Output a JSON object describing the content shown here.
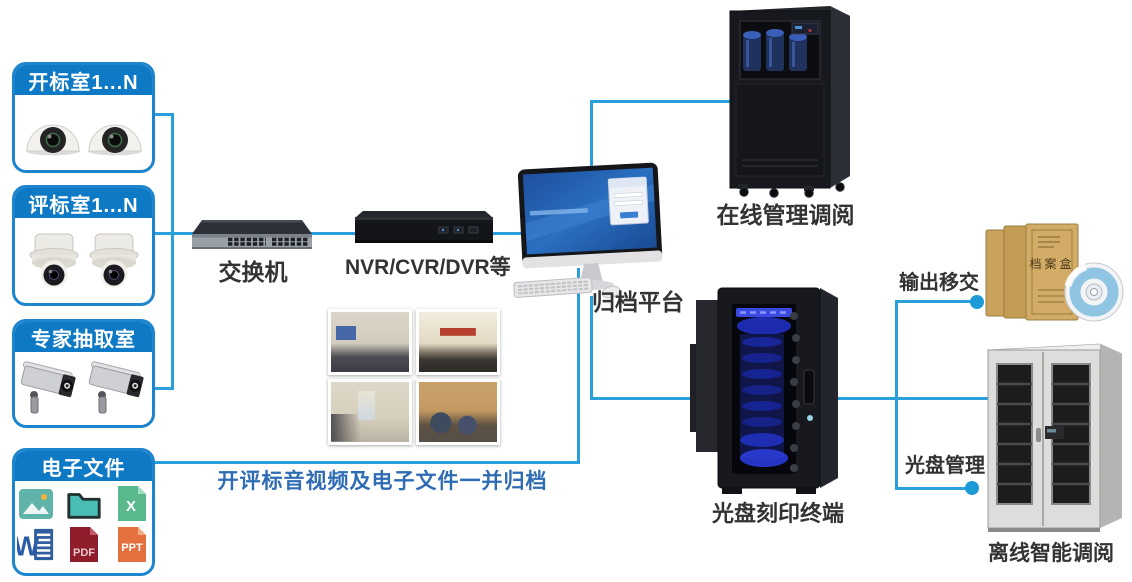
{
  "colors": {
    "line": "#29a0db",
    "box_border": "#1d85cd",
    "header_bg": "#0e79c4",
    "header_text": "#ffffff",
    "label_text": "#333333",
    "note_text": "#2e6cb4"
  },
  "rooms": [
    {
      "label": "开标室1...N",
      "camera": "dome-camera",
      "camera_count": 2
    },
    {
      "label": "评标室1...N",
      "camera": "ptz-dome-camera",
      "camera_count": 2
    },
    {
      "label": "专家抽取室",
      "camera": "bullet-camera",
      "camera_count": 2
    },
    {
      "label": "电子文件",
      "files": [
        "image",
        "folder",
        "excel",
        "word",
        "pdf",
        "ppt"
      ]
    }
  ],
  "file_types": {
    "excel": "X",
    "word": "W",
    "pdf": "PDF",
    "ppt": "PPT"
  },
  "labels": {
    "switch": "交换机",
    "nvr": "NVR/CVR/DVR等",
    "archive_platform": "归档平台",
    "online_retrieval": "在线管理调阅",
    "disc_burner": "光盘刻印终端",
    "offline_retrieval": "离线智能调阅",
    "output_transfer": "输出移交",
    "disc_management": "光盘管理",
    "archive_box": "档案盒",
    "archive_note": "开评标音视频及电子文件一并归档"
  }
}
